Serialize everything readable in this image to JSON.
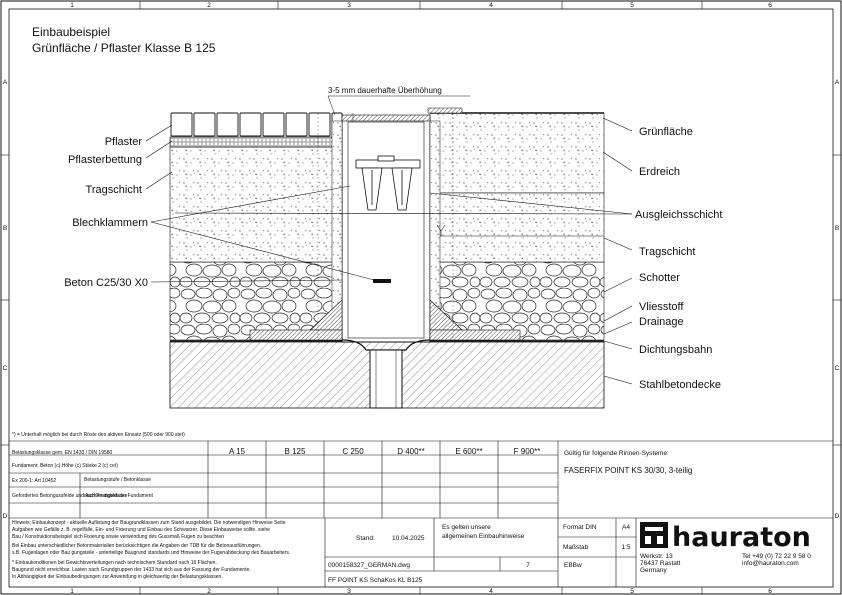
{
  "header": {
    "title_line1": "Einbaubeispiel",
    "title_line2": "Grünfläche / Pflaster Klasse B 125"
  },
  "grid": {
    "columns": [
      "1",
      "2",
      "3",
      "4",
      "5",
      "6"
    ],
    "rows": [
      "A",
      "B",
      "C",
      "D"
    ]
  },
  "annotation_top": "3-5 mm dauerhafte Überhöhung",
  "labels_left": [
    "Pflaster",
    "Pflasterbettung",
    "Tragschicht",
    "Blechklammern",
    "Beton C25/30 X0"
  ],
  "labels_right": [
    "Grünfläche",
    "Erdreich",
    "Ausgleichsschicht",
    "Tragschicht",
    "Schotter",
    "Vliesstoff",
    "Drainage",
    "Dichtungsbahn",
    "Stahlbetondecke"
  ],
  "footnote": "*) = Unterhalt möglich bei durch Röste des aktiven Einsatz (500 oder 900 stet)",
  "classes": {
    "label": "Belastungsklasse gem. EN 1433 / DIN 19580",
    "items": [
      "A 15",
      "B 125",
      "C 250",
      "D 400**",
      "E 600**",
      "F 900**"
    ]
  },
  "table_rows": [
    "Fundament: Beton (c) Höhe (c) Stärke 2 (c) cet)",
    "Ex 200-1: Art 10452",
    "Gefordertes Betongussfelde und Ausführungsklasse",
    "nach Festigkeit der Fundament",
    "Belastungsstufe / Betonklasse"
  ],
  "valid_for": "Gültig für folgende Rinnen-Systeme:",
  "product": "FASERFIX POINT KS 30/30, 3-teilig",
  "notes": [
    "Hinweis: Einbaukonzept - aktuelle Auflistung der Baugrundklassen zum Stand ausgebildet. Die notwendigen Hinweise Seite",
    "Aufgaben wie Gefälle z. B. regelfälle, Ein- und Fixierung und Einbau des Schwarzer. Diese Einbauweise sollte, siehe",
    "Bau / Konstruktionsbeispiel sich Fixierung sowie verwendung des Gussmaß Fugen zu beachten",
    "Bei Einbau unterschiedlicher Betonmaterialien berücksichtigen die Angaben der TDB für die Betonausführungen.",
    "s.B. Fugenlagen oder Bau gungsteile - unterteilige Baugrund standards und Hinweise der Fugenabdeckung des Bauarbeiters.",
    "* Einbaukonditionen bei Gewichtsverteilungen nach technischem Standard nach 16 Flächen.",
    "Baugrund nicht erreichbar. Lasten nach Grundgruppen der 1433 hat sich aus der Fassung der Fundamente.",
    "In Abhängigkeit der Einbaubedingungen zur Anwendung in gleichwertig der Belastungsklassen."
  ],
  "mid_info": {
    "line1": "Es gelten unsere",
    "line2": "allgemeinen Einbauhinweise",
    "stand_label": "Stand:",
    "stand_date": "10.04.2025",
    "file": "0000158327_GERMAN.dwg",
    "page": "7",
    "drawing": "FF POINT KS SchaKos KL B125",
    "code": "EBBw"
  },
  "format": {
    "format_label": "Format DIN",
    "format_value": "A4",
    "scale_label": "Maßstab",
    "scale_value": "1:5"
  },
  "company": {
    "brand": "hauraton",
    "street": "Werkstr. 13",
    "city": "76437 Rastatt",
    "country": "Germany",
    "phone": "Tel +49 (0) 72 22 9 58 0",
    "email": "info@hauraton.com"
  }
}
